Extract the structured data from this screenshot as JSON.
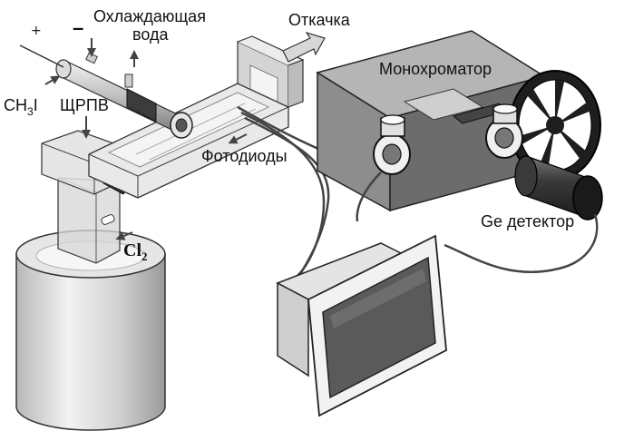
{
  "labels": {
    "cooling_water_line1": "Охлаждающая",
    "cooling_water_line2": "вода",
    "pumping": "Откачка",
    "monochromator": "Монохроматор",
    "ch3i_main": "CH",
    "ch3i_sub": "3",
    "ch3i_tail": "I",
    "shchrpv": "ЩРПВ",
    "photodiodes": "Фотодиоды",
    "ge_detector": "Ge детектор",
    "cl2_main": "Cl",
    "cl2_sub": "2",
    "plus_sign": "+",
    "minus_sign": "–"
  }
}
